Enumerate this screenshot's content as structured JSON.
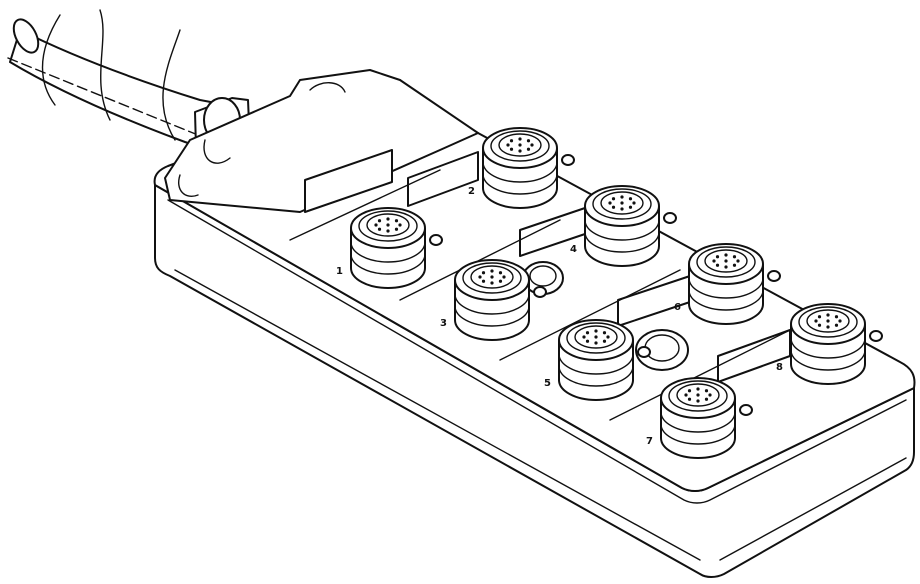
{
  "figure": {
    "subject": "connector-distribution-box",
    "ports": [
      {
        "id": "p1",
        "label": "1"
      },
      {
        "id": "p2",
        "label": "2"
      },
      {
        "id": "p3",
        "label": "3"
      },
      {
        "id": "p4",
        "label": "4"
      },
      {
        "id": "p5",
        "label": "5"
      },
      {
        "id": "p6",
        "label": "6"
      },
      {
        "id": "p7",
        "label": "7"
      },
      {
        "id": "p8",
        "label": "8"
      }
    ],
    "colors": {
      "stroke": "#111111",
      "fill": "#ffffff"
    }
  }
}
